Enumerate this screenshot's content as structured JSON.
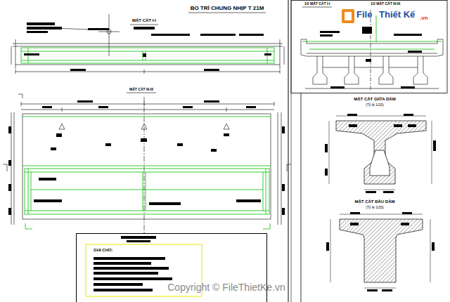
{
  "diagram": {
    "title": "BỐ TRÍ CHUNG NHỊP T 21M",
    "nodes": [
      {
        "text": [
          "GHI CHÚ:"
        ]
      }
    ],
    "labels": [
      "MẶT CẮT I-I",
      "MẶT CẮT III-III",
      "1/2 MẶT CẮT I-I",
      "1/2 MẶT CẮT III-III",
      "MẶT CẮT GIỮA DẦM",
      "(Tỷ lệ 1/20)",
      "MẶT CẮT ĐẦU DẦM",
      "(Tỷ lệ 1/20)",
      "File",
      "Thiết Kế",
      ".vn",
      "Copyright © FileThietKe.vn"
    ]
  }
}
